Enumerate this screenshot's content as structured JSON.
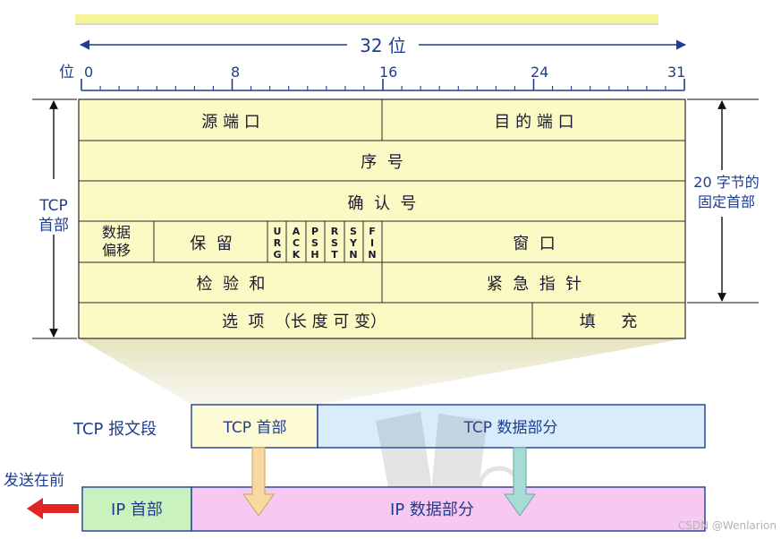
{
  "width_label": "32 位",
  "bit_label": "位",
  "bit_ticks": [
    "0",
    "8",
    "16",
    "24",
    "31"
  ],
  "side_left": [
    "TCP",
    "首部"
  ],
  "side_right": [
    "20 字节的",
    "固定首部"
  ],
  "rows": {
    "source_port": "源 端 口",
    "dest_port": "目 的 端 口",
    "seq": "序  号",
    "ack_num": "确  认  号",
    "data_offset": [
      "数据",
      "偏移"
    ],
    "reserved": "保  留",
    "flags": [
      [
        "U",
        "R",
        "G"
      ],
      [
        "A",
        "C",
        "K"
      ],
      [
        "P",
        "S",
        "H"
      ],
      [
        "R",
        "S",
        "T"
      ],
      [
        "S",
        "Y",
        "N"
      ],
      [
        "F",
        "I",
        "N"
      ]
    ],
    "window": "窗  口",
    "checksum": "检  验  和",
    "urgent": "紧  急  指  针",
    "options": "选  项  （长 度 可 变）",
    "padding": "填     充"
  },
  "segment": {
    "label": "TCP 报文段",
    "header": "TCP 首部",
    "data": "TCP 数据部分"
  },
  "ip": {
    "send_first": "发送在前",
    "header": "IP 首部",
    "data": "IP 数据部分"
  },
  "watermark": "CSDN @Wenlarion",
  "colors": {
    "cell": "#fcfac4",
    "cell_border": "#2b2b2b",
    "top_bar": "#f7f59a",
    "tcp_header": "#fdfbd6",
    "tcp_data": "#d8ecfb",
    "ip_header": "#c9f2bf",
    "ip_data": "#f6c8f2",
    "blue": "#1f3d8f",
    "send_arrow": "#e12424",
    "arrow_orange": "#f9d9a2",
    "arrow_teal": "#a5dcd6"
  }
}
